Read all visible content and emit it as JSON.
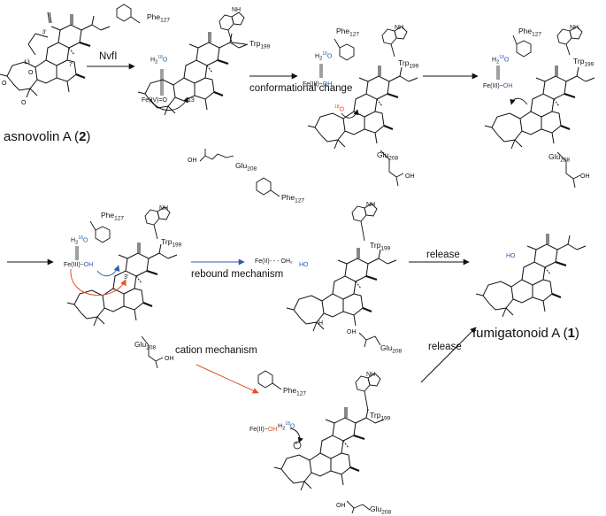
{
  "compounds": {
    "start_prefix": "asnovolin A (",
    "start_number": "2",
    "start_suffix": ")",
    "product_prefix": "fumigatonoid A (",
    "product_number": "1",
    "product_suffix": ")"
  },
  "steps": {
    "enzyme": "NvfI",
    "conformational": "conformational change",
    "rebound": "rebound mechanism",
    "cation": "cation mechanism",
    "release_top": "release",
    "release_bottom": "release"
  },
  "residues": {
    "phe": "Phe",
    "phe_num": "127",
    "trp": "Trp",
    "trp_num": "199",
    "glu": "Glu",
    "glu_num": "208",
    "nh": "NH"
  },
  "species": {
    "fe_iv_o": "Fe(IV)=O",
    "fe_iii_oh": "Fe(III)−OH",
    "fe_iii": "Fe(III)",
    "oh": "OH",
    "fe_ii_oh": "Fe(II)−OH",
    "fe_ii_oh2": "Fe(II)- - - OH₂",
    "fe_ii": "Fe(II)",
    "water_h": "H",
    "water_2": "2",
    "water_iso": "18",
    "water_o": "O",
    "iso18": "18",
    "o": "O",
    "ho": "HO",
    "h": "H",
    "carboxyl_oh": "OH",
    "carbonyl_o": "O",
    "cation_plus": "+"
  },
  "atom_labels": {
    "c3p": "3'",
    "c13": "13",
    "c7p": "7'"
  },
  "colors": {
    "ink": "#111111",
    "blue": "#2a5db0",
    "orange": "#e0522a"
  }
}
